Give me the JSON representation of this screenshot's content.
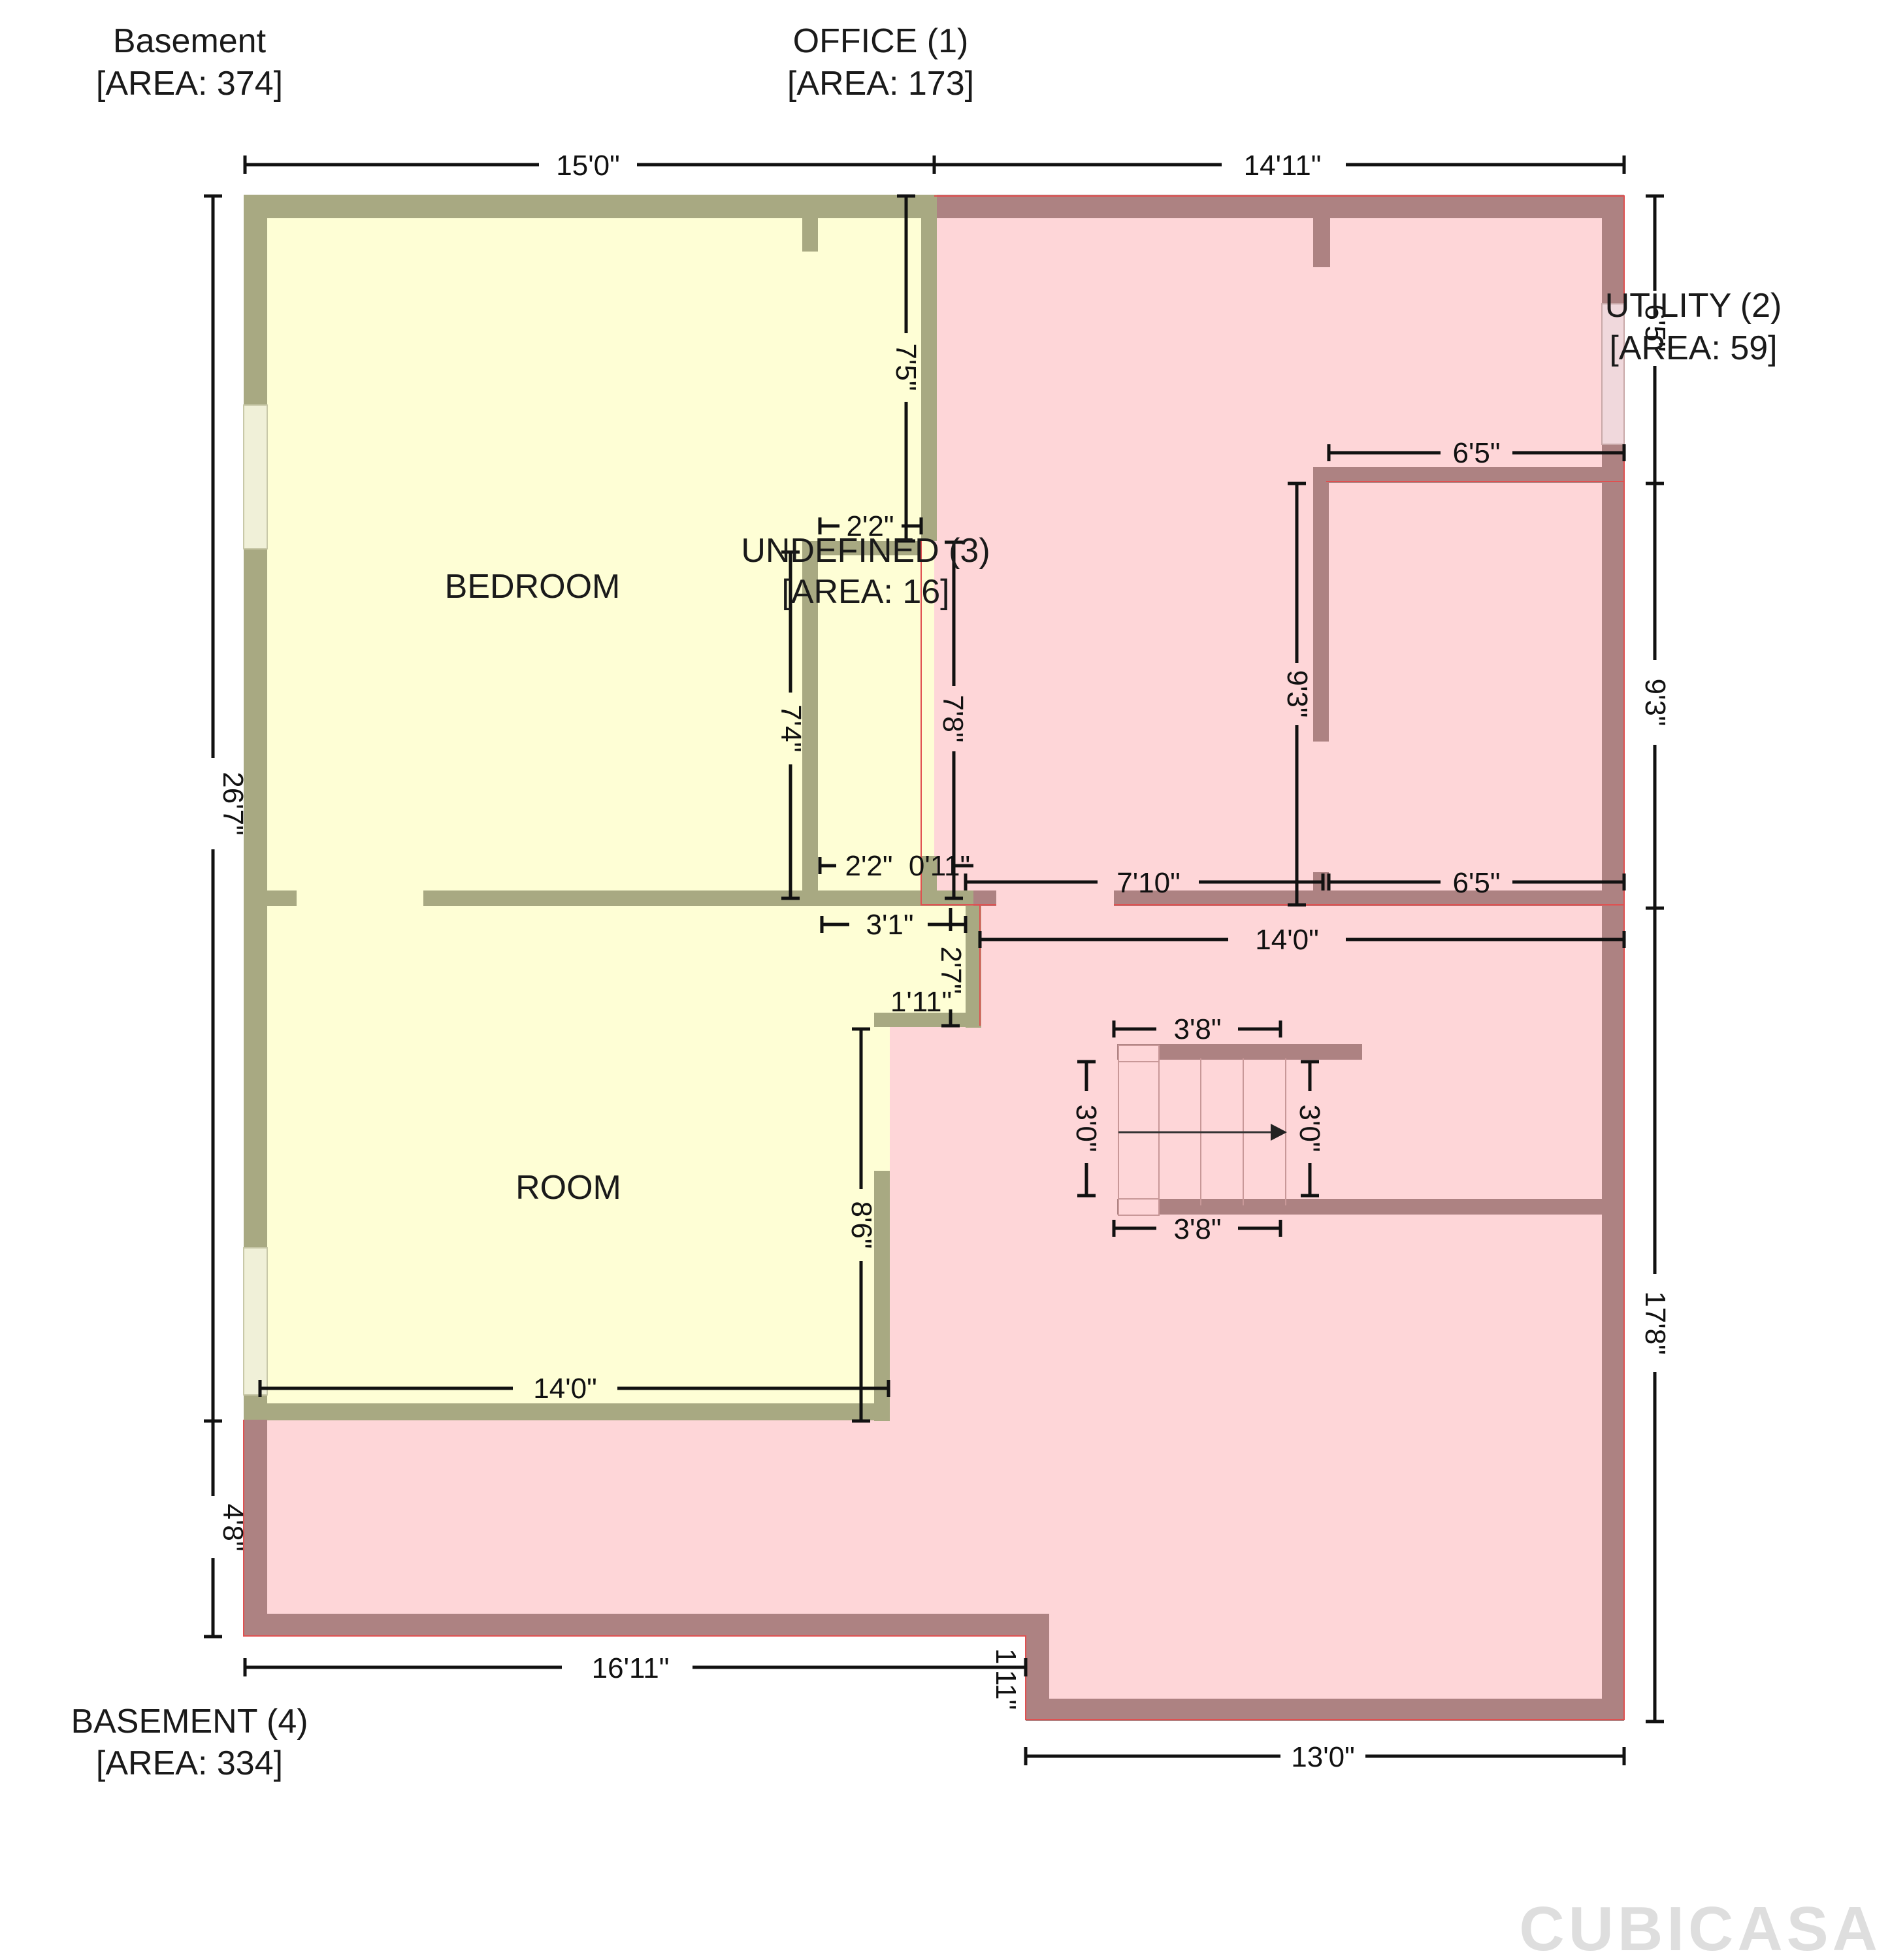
{
  "area_labels": {
    "basement_total": {
      "name": "Basement",
      "area": "[AREA: 374]"
    },
    "office": {
      "name": "OFFICE (1)",
      "area": "[AREA: 173]"
    },
    "utility": {
      "name": "UTILITY (2)",
      "area": "[AREA: 59]"
    },
    "undefined": {
      "name": "UNDEFINED (3)",
      "area": "[AREA: 16]"
    },
    "basement": {
      "name": "BASEMENT (4)",
      "area": "[AREA: 334]"
    }
  },
  "rooms": {
    "bedroom": "BEDROOM",
    "room": "ROOM"
  },
  "dimensions": {
    "top_left": "15'0\"",
    "top_right": "14'11\"",
    "left_total": "26'7\"",
    "left_bottom": "4'8\"",
    "bottom_left": "16'11\"",
    "bottom_step": "1'11\"",
    "bottom_right": "13'0\"",
    "right_top": "6'5\"",
    "right_mid": "9'3\"",
    "right_bottom": "17'8\"",
    "closet_height": "7'5\"",
    "closet_width": "2'2\"",
    "undefined_left": "7'4\"",
    "undefined_right": "7'8\"",
    "undefined_bottom": "2'2\"",
    "small_gap": "0'11\"",
    "office_bottom": "7'10\"",
    "utility_top": "6'5\"",
    "utility_inner": "9'3\"",
    "utility_bottom": "6'5\"",
    "hall_width": "3'1\"",
    "hall_height": "2'7\"",
    "hall_step": "1'11\"",
    "basement_width": "14'0\"",
    "room_height": "8'6\"",
    "room_width": "14'0\"",
    "stair_top": "3'8\"",
    "stair_bottom": "3'8\"",
    "stair_left": "3'0\"",
    "stair_right": "3'0\""
  },
  "brand": "CUBICASA",
  "colors": {
    "yellow_fill": "#fefed5",
    "yellow_wall": "#a8a982",
    "pink_fill": "#fed6d8",
    "pink_wall": "#ad8282",
    "window": "#f0f0d8"
  }
}
